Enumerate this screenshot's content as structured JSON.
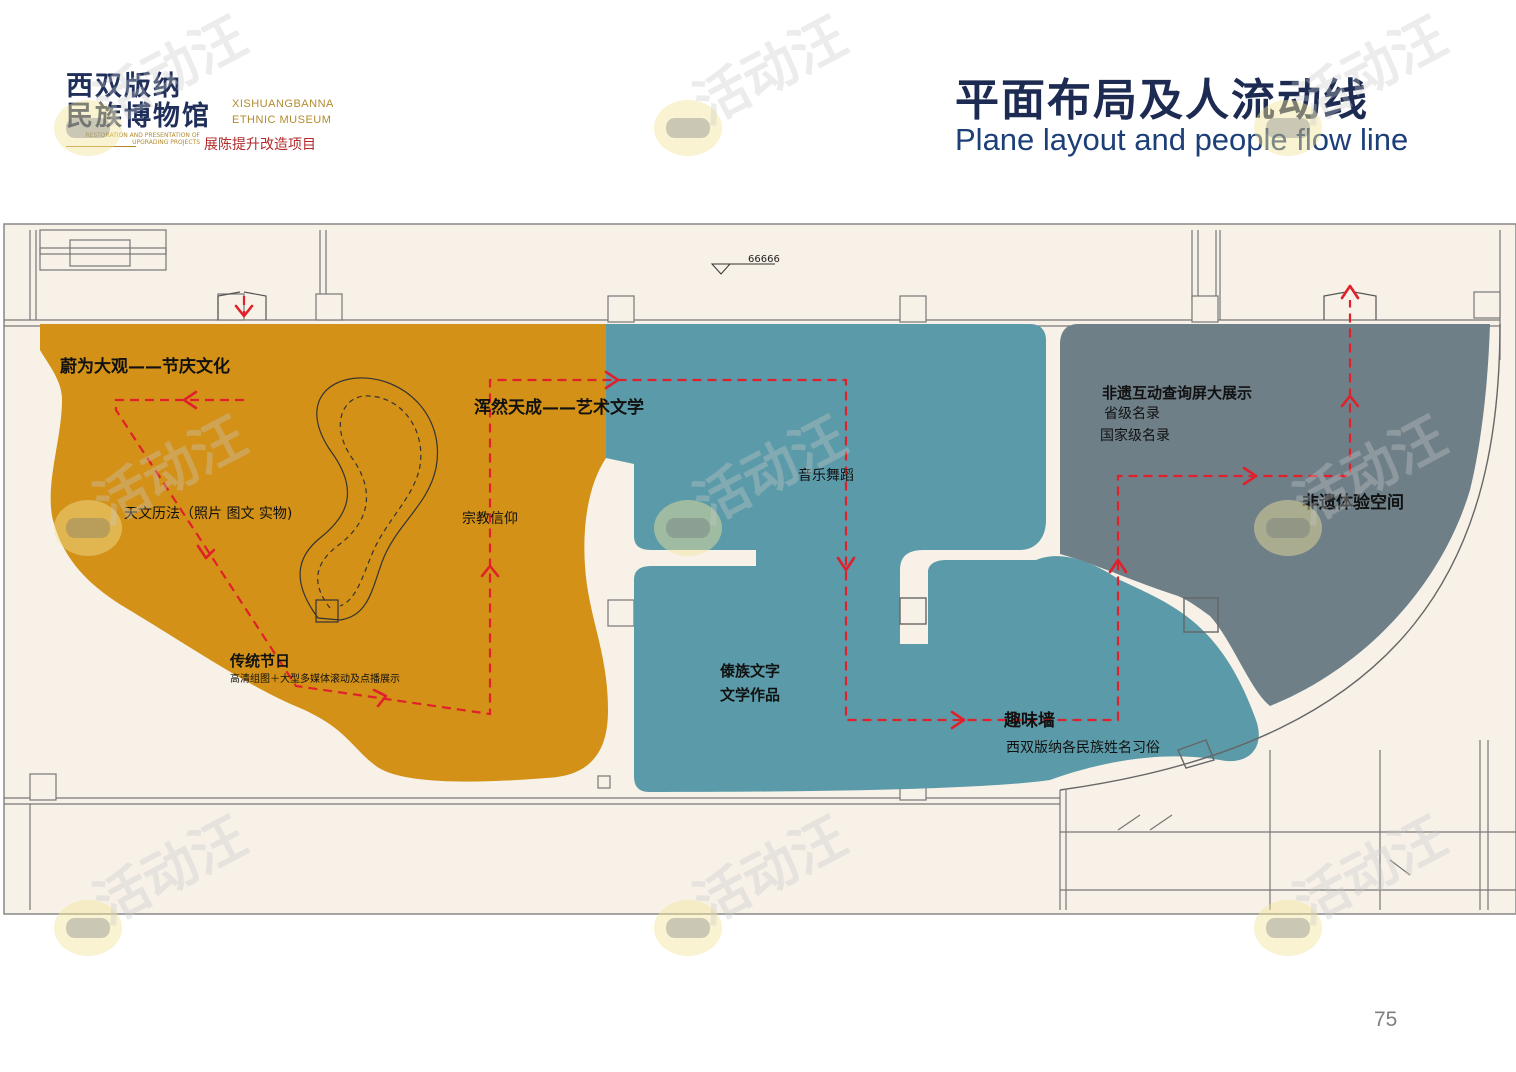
{
  "header": {
    "logo_cn_line1": "西双版纳",
    "logo_cn_line2": "民族博物馆",
    "logo_en_line1": "XISHUANGBANNA",
    "logo_en_line2": "ETHNIC MUSEUM",
    "logo_small_text": "RESTORATION AND PRESENTATION OF UPGRADING PROJECTS",
    "logo_project": "展陈提升改造项目",
    "title_cn": "平面布局及人流动线",
    "title_en": "Plane layout and people flow line"
  },
  "plan": {
    "elevation_mark": "66666",
    "zones": [
      {
        "id": "zone-festival",
        "color": "#d39117"
      },
      {
        "id": "zone-art",
        "color": "#5b9aa8"
      },
      {
        "id": "zone-heritage",
        "color": "#6e7f88"
      }
    ],
    "labels": {
      "festival_title": "蔚为大观——节庆文化",
      "calendar": "天文历法（照片 图文  实物)",
      "traditional_festival": "传统节日",
      "festival_media": "高清组图＋大型多媒体滚动及点播展示",
      "religion": "宗教信仰",
      "art_title": "浑然天成——艺术文学",
      "music_dance": "音乐舞蹈",
      "dai_text": "傣族文字",
      "literature": "文学作品",
      "fun_wall": "趣味墙",
      "ethnic_names": "西双版纳各民族姓名习俗",
      "heritage_screen": "非遗互动查询屏大展示",
      "provincial_list": "省级名录",
      "national_list": "国家级名录",
      "heritage_experience": "非遗体验空间"
    },
    "flow_color": "#e0202a",
    "wall_color": "#f7f1e8"
  },
  "watermark": {
    "text": "活动汪"
  },
  "page_number": "75"
}
